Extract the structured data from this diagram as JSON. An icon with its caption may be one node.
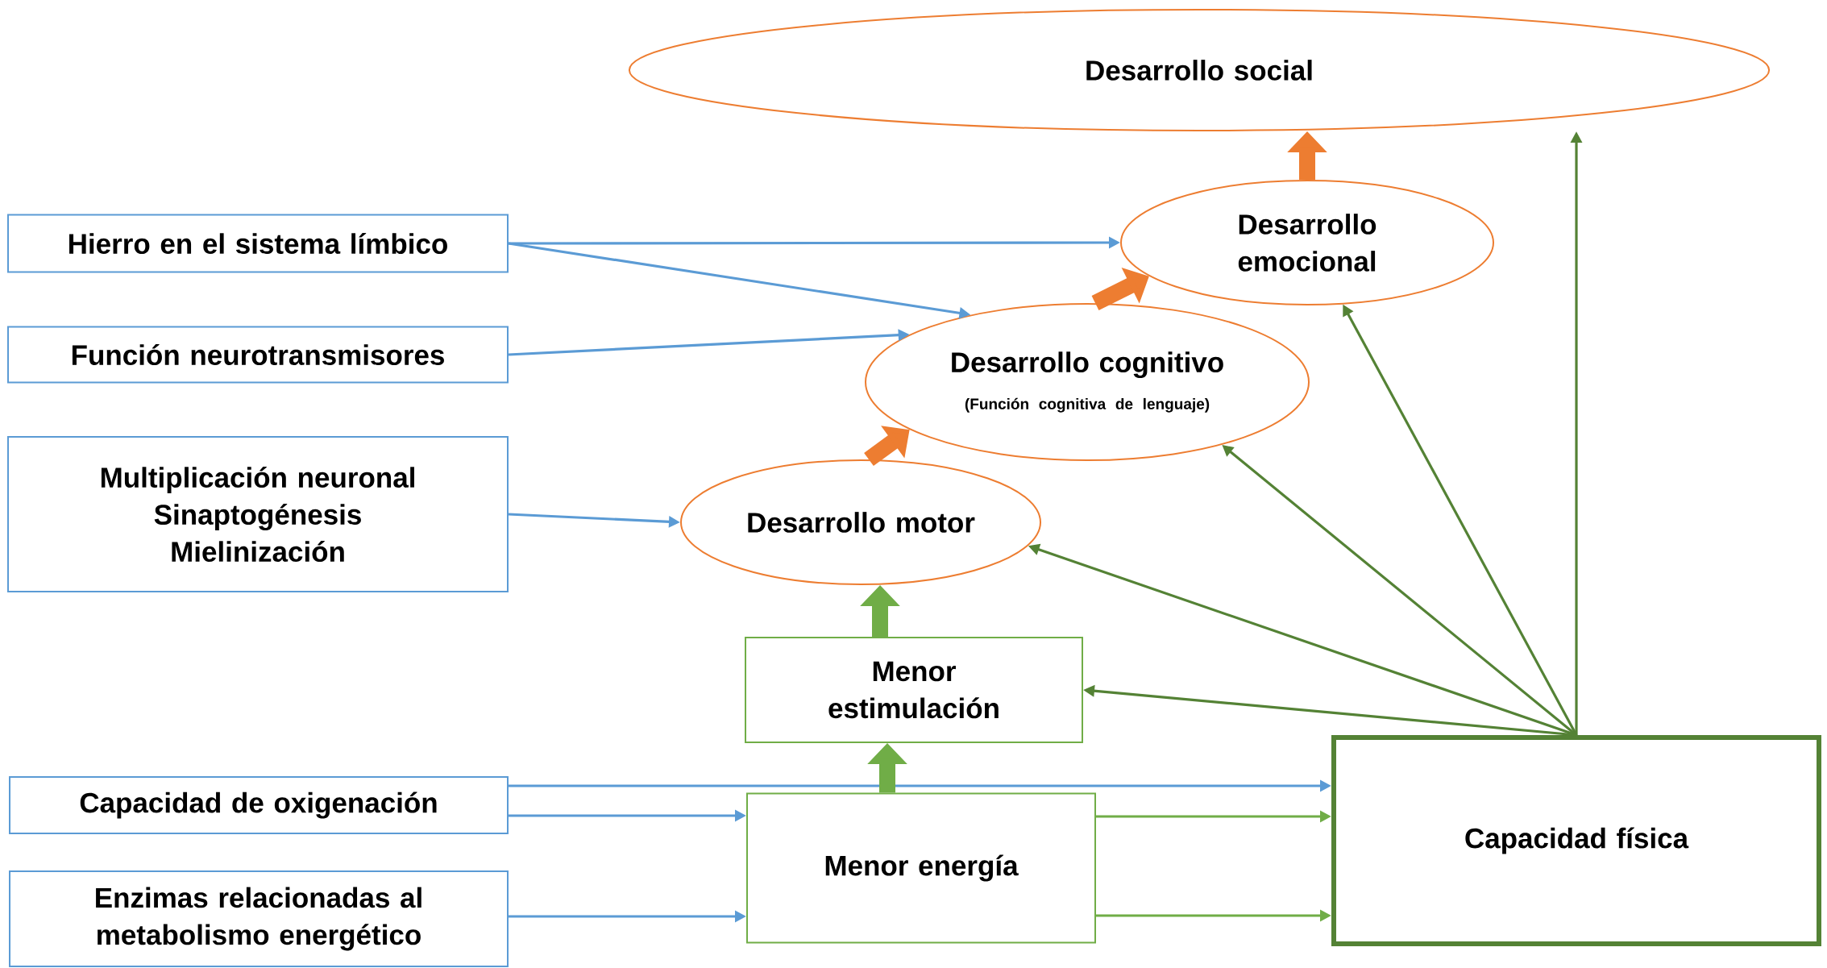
{
  "diagram": {
    "nodes": [
      {
        "text": [
          "Desarrollo social"
        ]
      },
      {
        "text": [
          "Hierro en el sistema límbico"
        ]
      },
      {
        "text": [
          "Desarrollo emocional"
        ]
      },
      {
        "text": [
          "Función neurotransmisores"
        ]
      },
      {
        "text": [
          "Desarrollo cognitivo",
          "(Función cognitiva de lenguaje)"
        ]
      },
      {
        "text": [
          "Multiplicación neuronal",
          "Sinaptogénesis",
          "Mielinización"
        ]
      },
      {
        "text": [
          "Desarrollo motor"
        ]
      },
      {
        "text": [
          "Menor estimulación"
        ]
      },
      {
        "text": [
          "Capacidad de oxigenación"
        ]
      },
      {
        "text": [
          "Menor energía"
        ]
      },
      {
        "text": [
          "Capacidad física"
        ]
      },
      {
        "text": [
          "Enzimas relacionadas al metabolismo energético"
        ]
      }
    ],
    "edges": [
      {
        "from": 1,
        "to": 2,
        "arrow": "to"
      },
      {
        "from": 1,
        "to": 4,
        "arrow": "to"
      },
      {
        "from": 3,
        "to": 4,
        "arrow": "to"
      },
      {
        "from": 5,
        "to": 6,
        "arrow": "to"
      },
      {
        "from": 8,
        "to": 10,
        "arrow": "to"
      },
      {
        "from": 8,
        "to": 9,
        "arrow": "to"
      },
      {
        "from": 11,
        "to": 9,
        "arrow": "to"
      },
      {
        "from": 9,
        "to": 10,
        "arrow": "to",
        "color": "#70ad47"
      },
      {
        "from": 9,
        "to": 10,
        "arrow": "to",
        "color": "#70ad47"
      },
      {
        "from": 9,
        "to": 7,
        "arrow": "to",
        "style": "thick",
        "color": "#70ad47"
      },
      {
        "from": 7,
        "to": 6,
        "arrow": "to",
        "style": "thick",
        "color": "#70ad47"
      },
      {
        "from": 6,
        "to": 4,
        "arrow": "to",
        "style": "thick",
        "color": "#ed7d31"
      },
      {
        "from": 4,
        "to": 2,
        "arrow": "to",
        "style": "thick",
        "color": "#ed7d31"
      },
      {
        "from": 2,
        "to": 0,
        "arrow": "to",
        "style": "thick",
        "color": "#ed7d31"
      },
      {
        "from": 10,
        "to": 0,
        "arrow": "to",
        "color": "#548235"
      },
      {
        "from": 10,
        "to": 2,
        "arrow": "to",
        "color": "#548235"
      },
      {
        "from": 10,
        "to": 4,
        "arrow": "to",
        "color": "#548235"
      },
      {
        "from": 10,
        "to": 6,
        "arrow": "to",
        "color": "#548235"
      },
      {
        "from": 10,
        "to": 7,
        "arrow": "to",
        "color": "#548235"
      }
    ]
  }
}
